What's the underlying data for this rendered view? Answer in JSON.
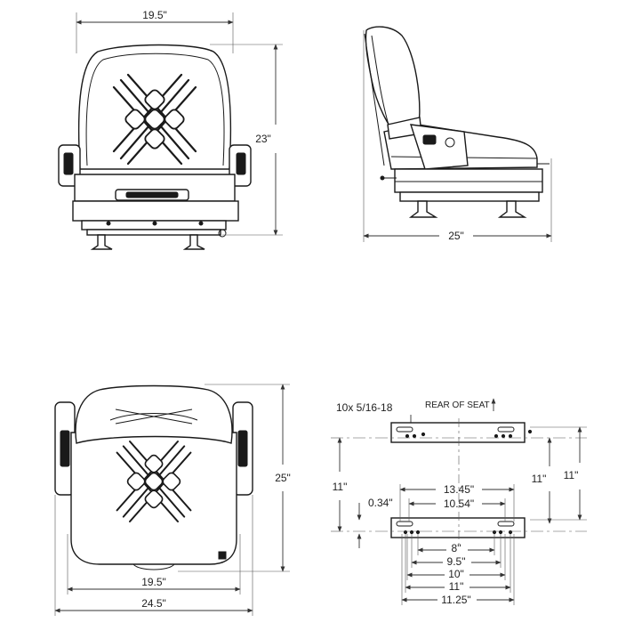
{
  "front_view": {
    "width_label": "19.5\"",
    "height_label": "23\""
  },
  "side_view": {
    "depth_label": "25\""
  },
  "top_view": {
    "inner_width_label": "19.5\"",
    "outer_width_label": "24.5\"",
    "depth_label": "25\""
  },
  "mount_pattern": {
    "bolt_label": "10x 5/16-18",
    "rear_label": "REAR OF SEAT",
    "left_spacing": "11\"",
    "right_inner_spacing": "11\"",
    "right_outer_spacing": "11\"",
    "slot_offset": "0.34\"",
    "width_1345": "13.45\"",
    "width_1054": "10.54\"",
    "width_8": "8\"",
    "width_95": "9.5\"",
    "width_10": "10\"",
    "width_11": "11\"",
    "width_1125": "11.25\""
  }
}
